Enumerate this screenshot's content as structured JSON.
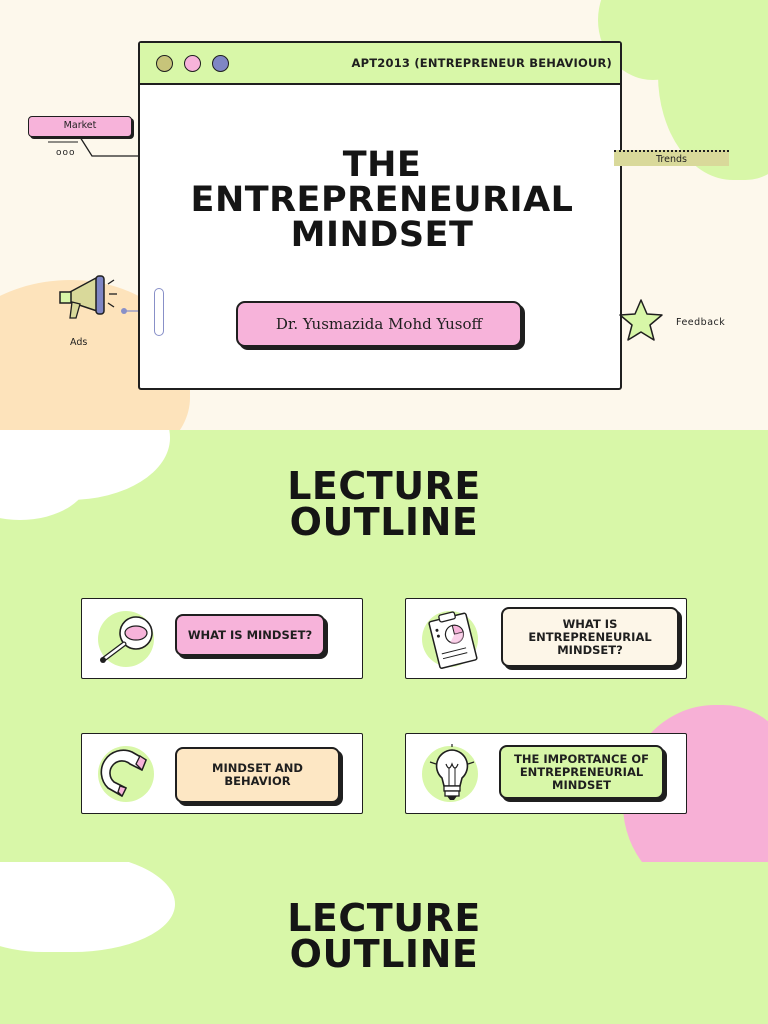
{
  "slide1": {
    "course": "APT2013 (ENTREPRENEUR BEHAVIOUR)",
    "title_lines": [
      "THE",
      "ENTREPRENEURIAL",
      "MINDSET"
    ],
    "author": "Dr. Yusmazida Mohd Yusoff",
    "tags": {
      "market": "Market",
      "market_dots": "ooo",
      "trends": "Trends",
      "feedback": "Feedback",
      "ads": "Ads"
    },
    "icons": [
      "megaphone-icon",
      "star-icon"
    ]
  },
  "slide2": {
    "title_lines": [
      "LECTURE",
      "OUTLINE"
    ],
    "items": [
      {
        "label": "WHAT IS MINDSET?",
        "icon": "magnifier-icon"
      },
      {
        "label": "WHAT IS ENTREPRENEURIAL MINDSET?",
        "icon": "clipboard-chart-icon"
      },
      {
        "label": "MINDSET AND BEHAVIOR",
        "icon": "magnet-icon"
      },
      {
        "label": "THE IMPORTANCE OF ENTREPRENEURIAL MINDSET",
        "icon": "lightbulb-icon"
      }
    ]
  },
  "slide3": {
    "title_lines": [
      "LECTURE",
      "OUTLINE"
    ]
  },
  "colors": {
    "green": "#d8f7a8",
    "pink": "#f7b3da",
    "cream": "#fdf8ec",
    "peach": "#fde7c4",
    "ink": "#1f1f1f"
  }
}
